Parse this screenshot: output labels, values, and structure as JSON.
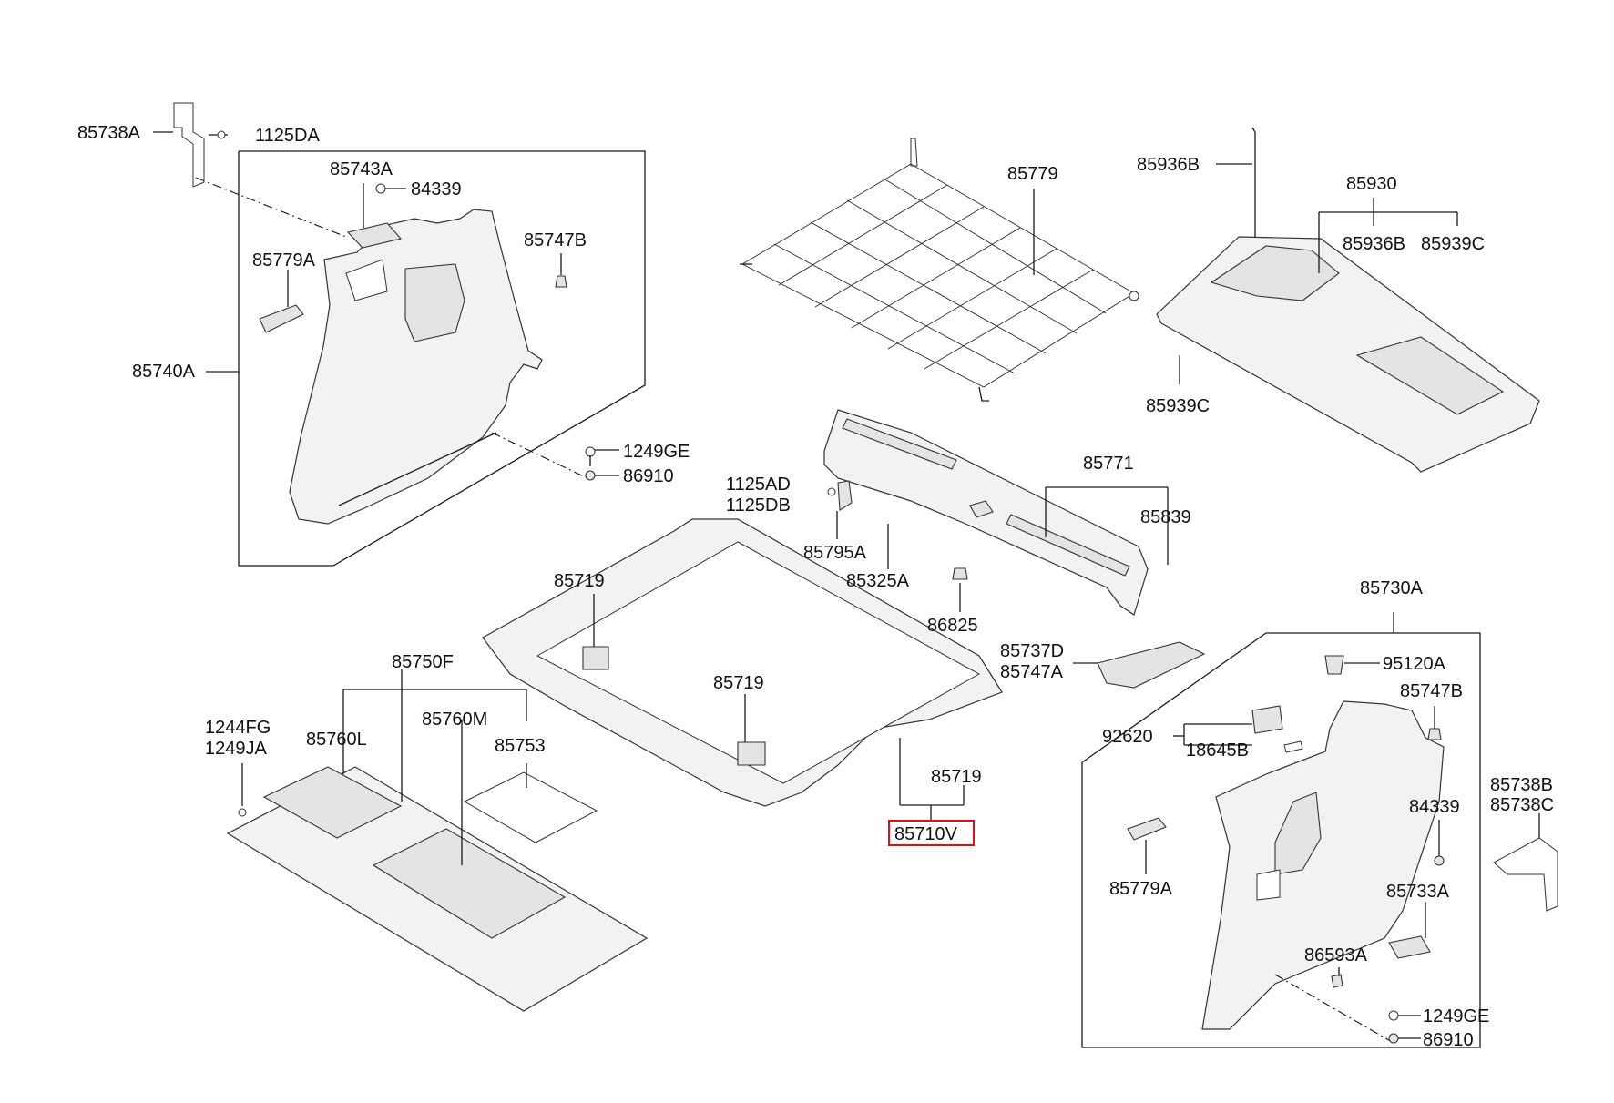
{
  "diagram": {
    "highlight_color": "#e01010",
    "labels": {
      "l_85738A": "85738A",
      "l_1125DA": "1125DA",
      "l_85743A": "85743A",
      "l_84339_left": "84339",
      "l_85747B_left": "85747B",
      "l_85779A_left": "85779A",
      "l_85740A": "85740A",
      "l_1249GE_left": "1249GE",
      "l_86910_left": "86910",
      "l_85779": "85779",
      "l_85936B_top": "85936B",
      "l_85930": "85930",
      "l_85936B": "85936B",
      "l_85939C_top": "85939C",
      "l_85939C_bottom": "85939C",
      "l_1125AD": "1125AD",
      "l_1125DB": "1125DB",
      "l_85771": "85771",
      "l_85839": "85839",
      "l_85795A": "85795A",
      "l_85325A": "85325A",
      "l_86825": "86825",
      "l_85719_a": "85719",
      "l_85719_b": "85719",
      "l_85719_c": "85719",
      "l_85710V": "85710V",
      "l_85750F": "85750F",
      "l_1244FG": "1244FG",
      "l_1249JA": "1249JA",
      "l_85760L": "85760L",
      "l_85760M": "85760M",
      "l_85753": "85753",
      "l_85730A": "85730A",
      "l_85737D": "85737D",
      "l_85747A": "85747A",
      "l_95120A": "95120A",
      "l_85747B_right": "85747B",
      "l_92620": "92620",
      "l_18645B": "18645B",
      "l_85738B": "85738B",
      "l_85738C": "85738C",
      "l_84339_right": "84339",
      "l_85779A_right": "85779A",
      "l_85733A": "85733A",
      "l_86593A": "86593A",
      "l_1249GE_right": "1249GE",
      "l_86910_right": "86910"
    }
  }
}
